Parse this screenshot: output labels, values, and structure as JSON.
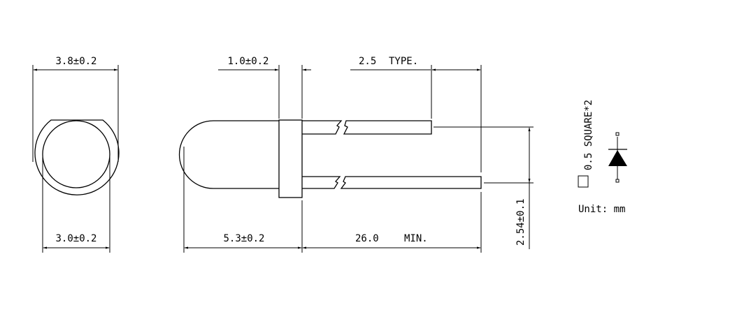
{
  "front_view": {
    "outer_dim": "3.8±0.2",
    "inner_dim": "3.0±0.2"
  },
  "side_view": {
    "flange_dim": "1.0±0.2",
    "lead_offset_dim": "2.5",
    "lead_offset_note": "TYPE.",
    "body_length_dim": "5.3±0.2",
    "lead_length_dim": "26.0",
    "lead_length_note": "MIN.",
    "lead_pitch_dim": "2.54±0.1"
  },
  "legend": {
    "lead_size": "0.5 SQUARE*2",
    "unit": "Unit: mm"
  },
  "colors": {
    "line": "#000000",
    "background": "#ffffff"
  }
}
